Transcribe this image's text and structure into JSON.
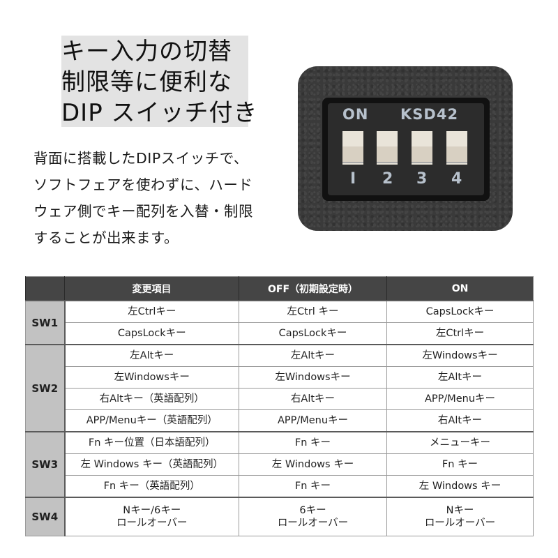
{
  "heading": {
    "lines": [
      "キー入力の切替",
      "制限等に便利な",
      "DIP スイッチ付き"
    ]
  },
  "description": {
    "lines": [
      "背面に搭載したDIPスイッチで、",
      "ソフトフェアを使わずに、ハード",
      "ウェア側でキー配列を入替・制限",
      "することが出来ます。"
    ]
  },
  "dip_switch": {
    "on_label": "ON",
    "model_label": "KSD42",
    "numbers": [
      "I",
      "2",
      "3",
      "4"
    ]
  },
  "table": {
    "headers": [
      "",
      "変更項目",
      "OFF（初期設定時）",
      "ON"
    ],
    "groups": [
      {
        "switch": "SW1",
        "rows": [
          [
            "左Ctrlキー",
            "左Ctrl キー",
            "CapsLockキー"
          ],
          [
            "CapsLockキー",
            "CapsLockキー",
            "左Ctrlキー"
          ]
        ]
      },
      {
        "switch": "SW2",
        "rows": [
          [
            "左Altキー",
            "左Altキー",
            "左Windowsキー"
          ],
          [
            "左Windowsキー",
            "左Windowsキー",
            "左Altキー"
          ],
          [
            "右Altキー（英語配列）",
            "右Altキー",
            "APP/Menuキー"
          ],
          [
            "APP/Menuキー（英語配列）",
            "APP/Menuキー",
            "右Altキー"
          ]
        ]
      },
      {
        "switch": "SW3",
        "rows": [
          [
            "Fn キー位置（日本語配列）",
            "Fn キー",
            "メニューキー"
          ],
          [
            "左 Windows キー（英語配列）",
            "左 Windows キー",
            "Fn キー"
          ],
          [
            "Fn キー（英語配列）",
            "Fn キー",
            "左 Windows キー"
          ]
        ]
      },
      {
        "switch": "SW4",
        "rows": [
          [
            [
              "Nキー/6キー",
              "ロールオーバー"
            ],
            [
              "6キー",
              "ロールオーバー"
            ],
            [
              "Nキー",
              "ロールオーバー"
            ]
          ]
        ]
      }
    ]
  },
  "colors": {
    "header_bg": "#454545",
    "switch_cell_bg": "#c2c2c2",
    "title_bg": "#e3e3e3"
  }
}
